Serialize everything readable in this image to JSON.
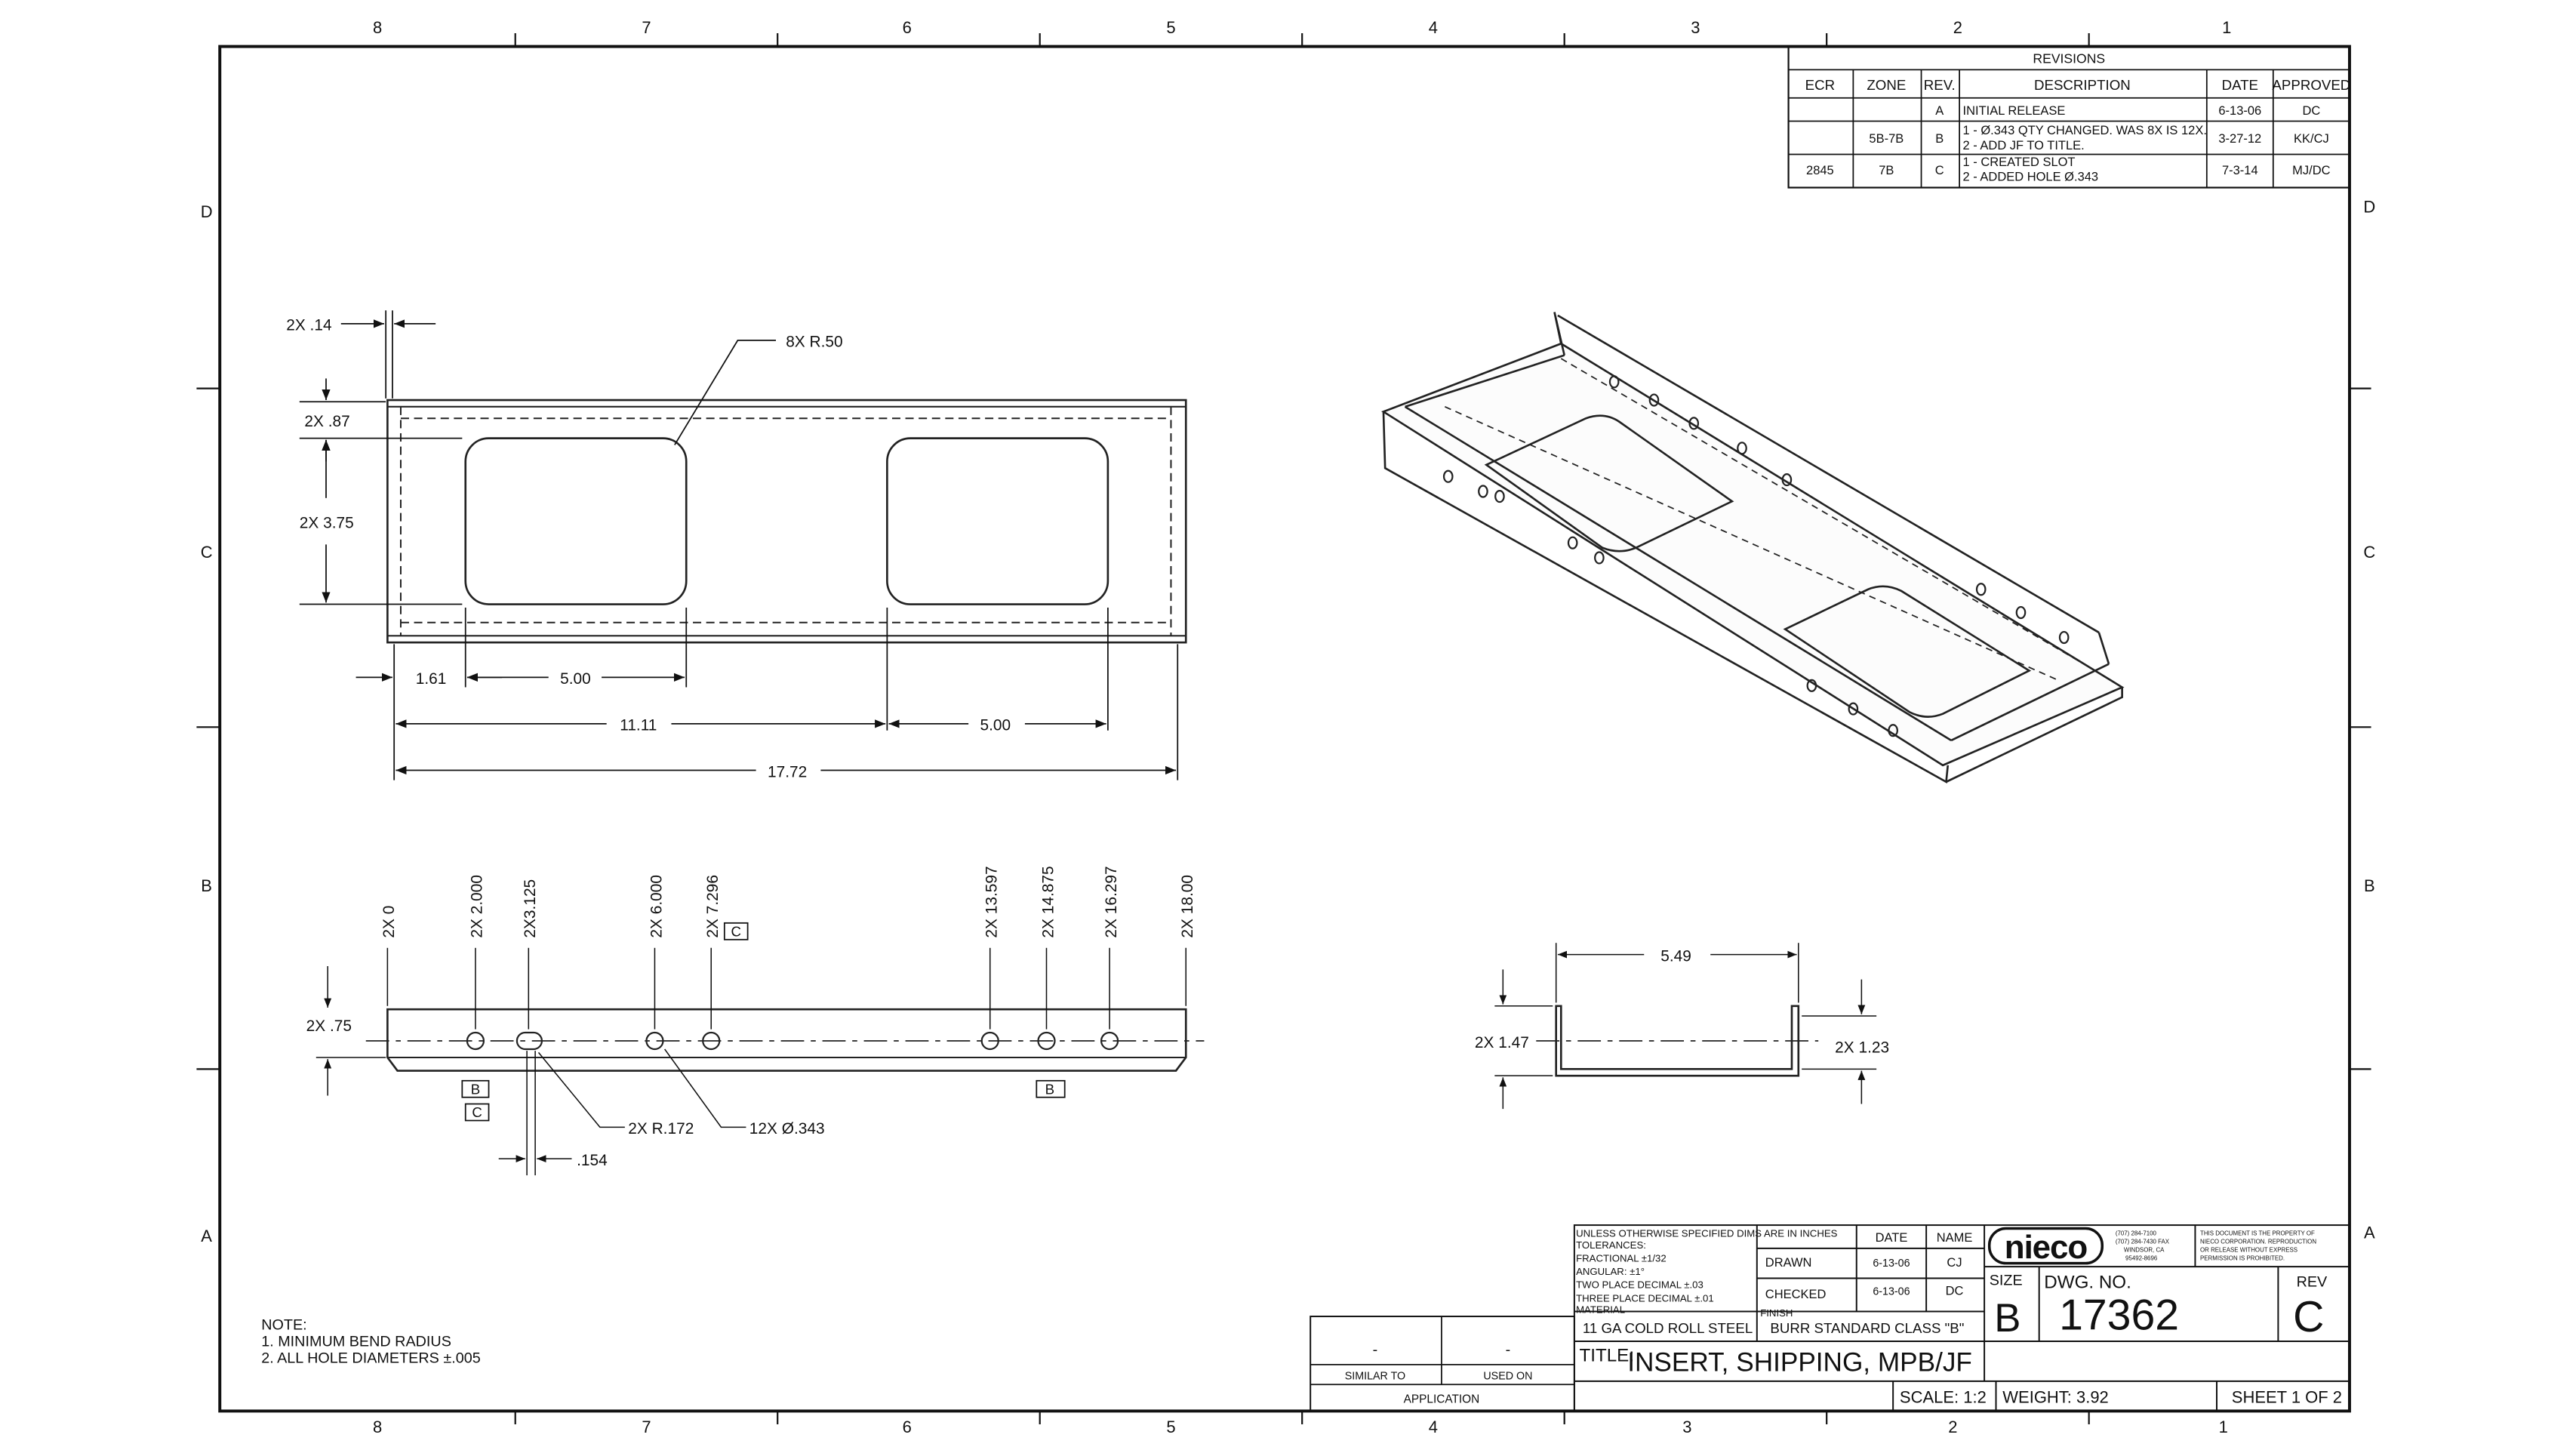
{
  "zones": {
    "columns": [
      "8",
      "7",
      "6",
      "5",
      "4",
      "3",
      "2",
      "1"
    ],
    "rows": [
      "D",
      "C",
      "B",
      "A"
    ]
  },
  "revisions": {
    "title": "REVISIONS",
    "headers": [
      "ECR",
      "ZONE",
      "REV.",
      "DESCRIPTION",
      "DATE",
      "APPROVED"
    ],
    "rows": [
      {
        "ecr": "",
        "zone": "",
        "rev": "A",
        "desc1": "INITIAL RELEASE",
        "desc2": "",
        "date": "6-13-06",
        "approved": "DC"
      },
      {
        "ecr": "",
        "zone": "5B-7B",
        "rev": "B",
        "desc1": "1 - Ø.343 QTY CHANGED. WAS 8X IS 12X.",
        "desc2": "2 - ADD JF TO TITLE.",
        "date": "3-27-12",
        "approved": "KK/CJ"
      },
      {
        "ecr": "2845",
        "zone": "7B",
        "rev": "C",
        "desc1": "1 - CREATED SLOT",
        "desc2": "2 - ADDED HOLE Ø.343",
        "date": "7-3-14",
        "approved": "MJ/DC"
      }
    ]
  },
  "top_view": {
    "flange": "2X .14",
    "radius": "8X R.50",
    "edge": "2X .87",
    "cutout_height": "2X 3.75",
    "offset": "1.61",
    "cutout_width": "5.00",
    "spacing": "11.11",
    "cutout_width_2": "5.00",
    "overall": "17.72"
  },
  "side_view": {
    "ordinates": [
      "2X 0",
      "2X 2.000",
      "2X3.125",
      "2X 6.000",
      "2X 7.296",
      "2X 13.597",
      "2X 14.875",
      "2X 16.297",
      "2X 18.00"
    ],
    "datum_c_top": "C",
    "height": "2X .75",
    "datum_b1": "B",
    "datum_c": "C",
    "datum_b2": "B",
    "slot_radius": "2X R.172",
    "holes": "12X Ø.343",
    "slot_len": ".154"
  },
  "end_view": {
    "width": "5.49",
    "left_h": "2X 1.47",
    "right_h": "2X 1.23"
  },
  "notes": {
    "heading": "NOTE:",
    "items": [
      "1.  MINIMUM BEND RADIUS",
      "2.  ALL HOLE DIAMETERS ±.005"
    ]
  },
  "application": {
    "similar": "-",
    "used": "-",
    "similar_label": "SIMILAR TO",
    "used_label": "USED ON",
    "label": "APPLICATION"
  },
  "title_block": {
    "tol1": "UNLESS OTHERWISE SPECIFIED DIMS ARE IN INCHES",
    "tol2": "TOLERANCES:",
    "tol3": "FRACTIONAL ±1/32",
    "tol4": "ANGULAR: ±1°",
    "tol5": "TWO PLACE DECIMAL   ±.03",
    "tol6": "THREE PLACE DECIMAL  ±.01",
    "date_h": "DATE",
    "name_h": "NAME",
    "drawn": "DRAWN",
    "drawn_date": "6-13-06",
    "drawn_name": "CJ",
    "checked": "CHECKED",
    "checked_date": "6-13-06",
    "checked_name": "DC",
    "material_label": "MATERIAL",
    "material": "11 GA COLD ROLL STEEL",
    "finish_label": "FINISH",
    "finish": "BURR STANDARD CLASS \"B\"",
    "title_label": "TITLE:",
    "title": "INSERT, SHIPPING, MPB/JF",
    "logo": "nieco",
    "address": [
      "(707) 284-7100",
      "(707) 284-7430 FAX",
      "WINDSOR, CA",
      "95492-8696"
    ],
    "prop": [
      "THIS DOCUMENT IS THE PROPERTY OF",
      "NIECO CORPORATION. REPRODUCTION",
      "OR RELEASE WITHOUT EXPRESS",
      "PERMISSION IS PROHIBITED."
    ],
    "size_label": "SIZE",
    "size": "B",
    "dwg_label": "DWG. NO.",
    "dwg": "17362",
    "rev_label": "REV",
    "rev": "C",
    "scale": "SCALE: 1:2",
    "weight": "WEIGHT:   3.92",
    "sheet": "SHEET 1 OF 2"
  }
}
